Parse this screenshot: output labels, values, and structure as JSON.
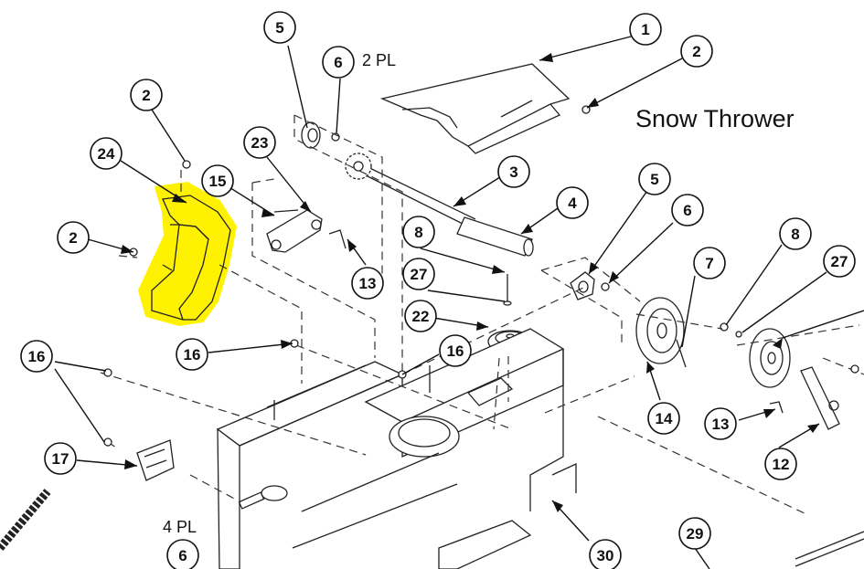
{
  "diagram": {
    "title": "Snow Thrower",
    "highlight_color": "#fff200",
    "notes": [
      {
        "id": "note-2pl",
        "text": "2 PL"
      },
      {
        "id": "note-4pl",
        "text": "4 PL"
      }
    ],
    "callouts": [
      {
        "id": "c1",
        "label": "1"
      },
      {
        "id": "c2a",
        "label": "2"
      },
      {
        "id": "c2b",
        "label": "2"
      },
      {
        "id": "c2c",
        "label": "2"
      },
      {
        "id": "c3",
        "label": "3"
      },
      {
        "id": "c4",
        "label": "4"
      },
      {
        "id": "c5a",
        "label": "5"
      },
      {
        "id": "c5b",
        "label": "5"
      },
      {
        "id": "c6a",
        "label": "6"
      },
      {
        "id": "c6b",
        "label": "6"
      },
      {
        "id": "c6c",
        "label": "6"
      },
      {
        "id": "c7",
        "label": "7"
      },
      {
        "id": "c8a",
        "label": "8"
      },
      {
        "id": "c8b",
        "label": "8"
      },
      {
        "id": "c12",
        "label": "12"
      },
      {
        "id": "c13a",
        "label": "13"
      },
      {
        "id": "c13b",
        "label": "13"
      },
      {
        "id": "c14",
        "label": "14"
      },
      {
        "id": "c15",
        "label": "15"
      },
      {
        "id": "c16a",
        "label": "16"
      },
      {
        "id": "c16b",
        "label": "16"
      },
      {
        "id": "c16c",
        "label": "16"
      },
      {
        "id": "c17",
        "label": "17"
      },
      {
        "id": "c22",
        "label": "22"
      },
      {
        "id": "c23",
        "label": "23"
      },
      {
        "id": "c24",
        "label": "24"
      },
      {
        "id": "c27a",
        "label": "27"
      },
      {
        "id": "c27b",
        "label": "27"
      },
      {
        "id": "c29",
        "label": "29"
      },
      {
        "id": "c30",
        "label": "30"
      }
    ]
  }
}
